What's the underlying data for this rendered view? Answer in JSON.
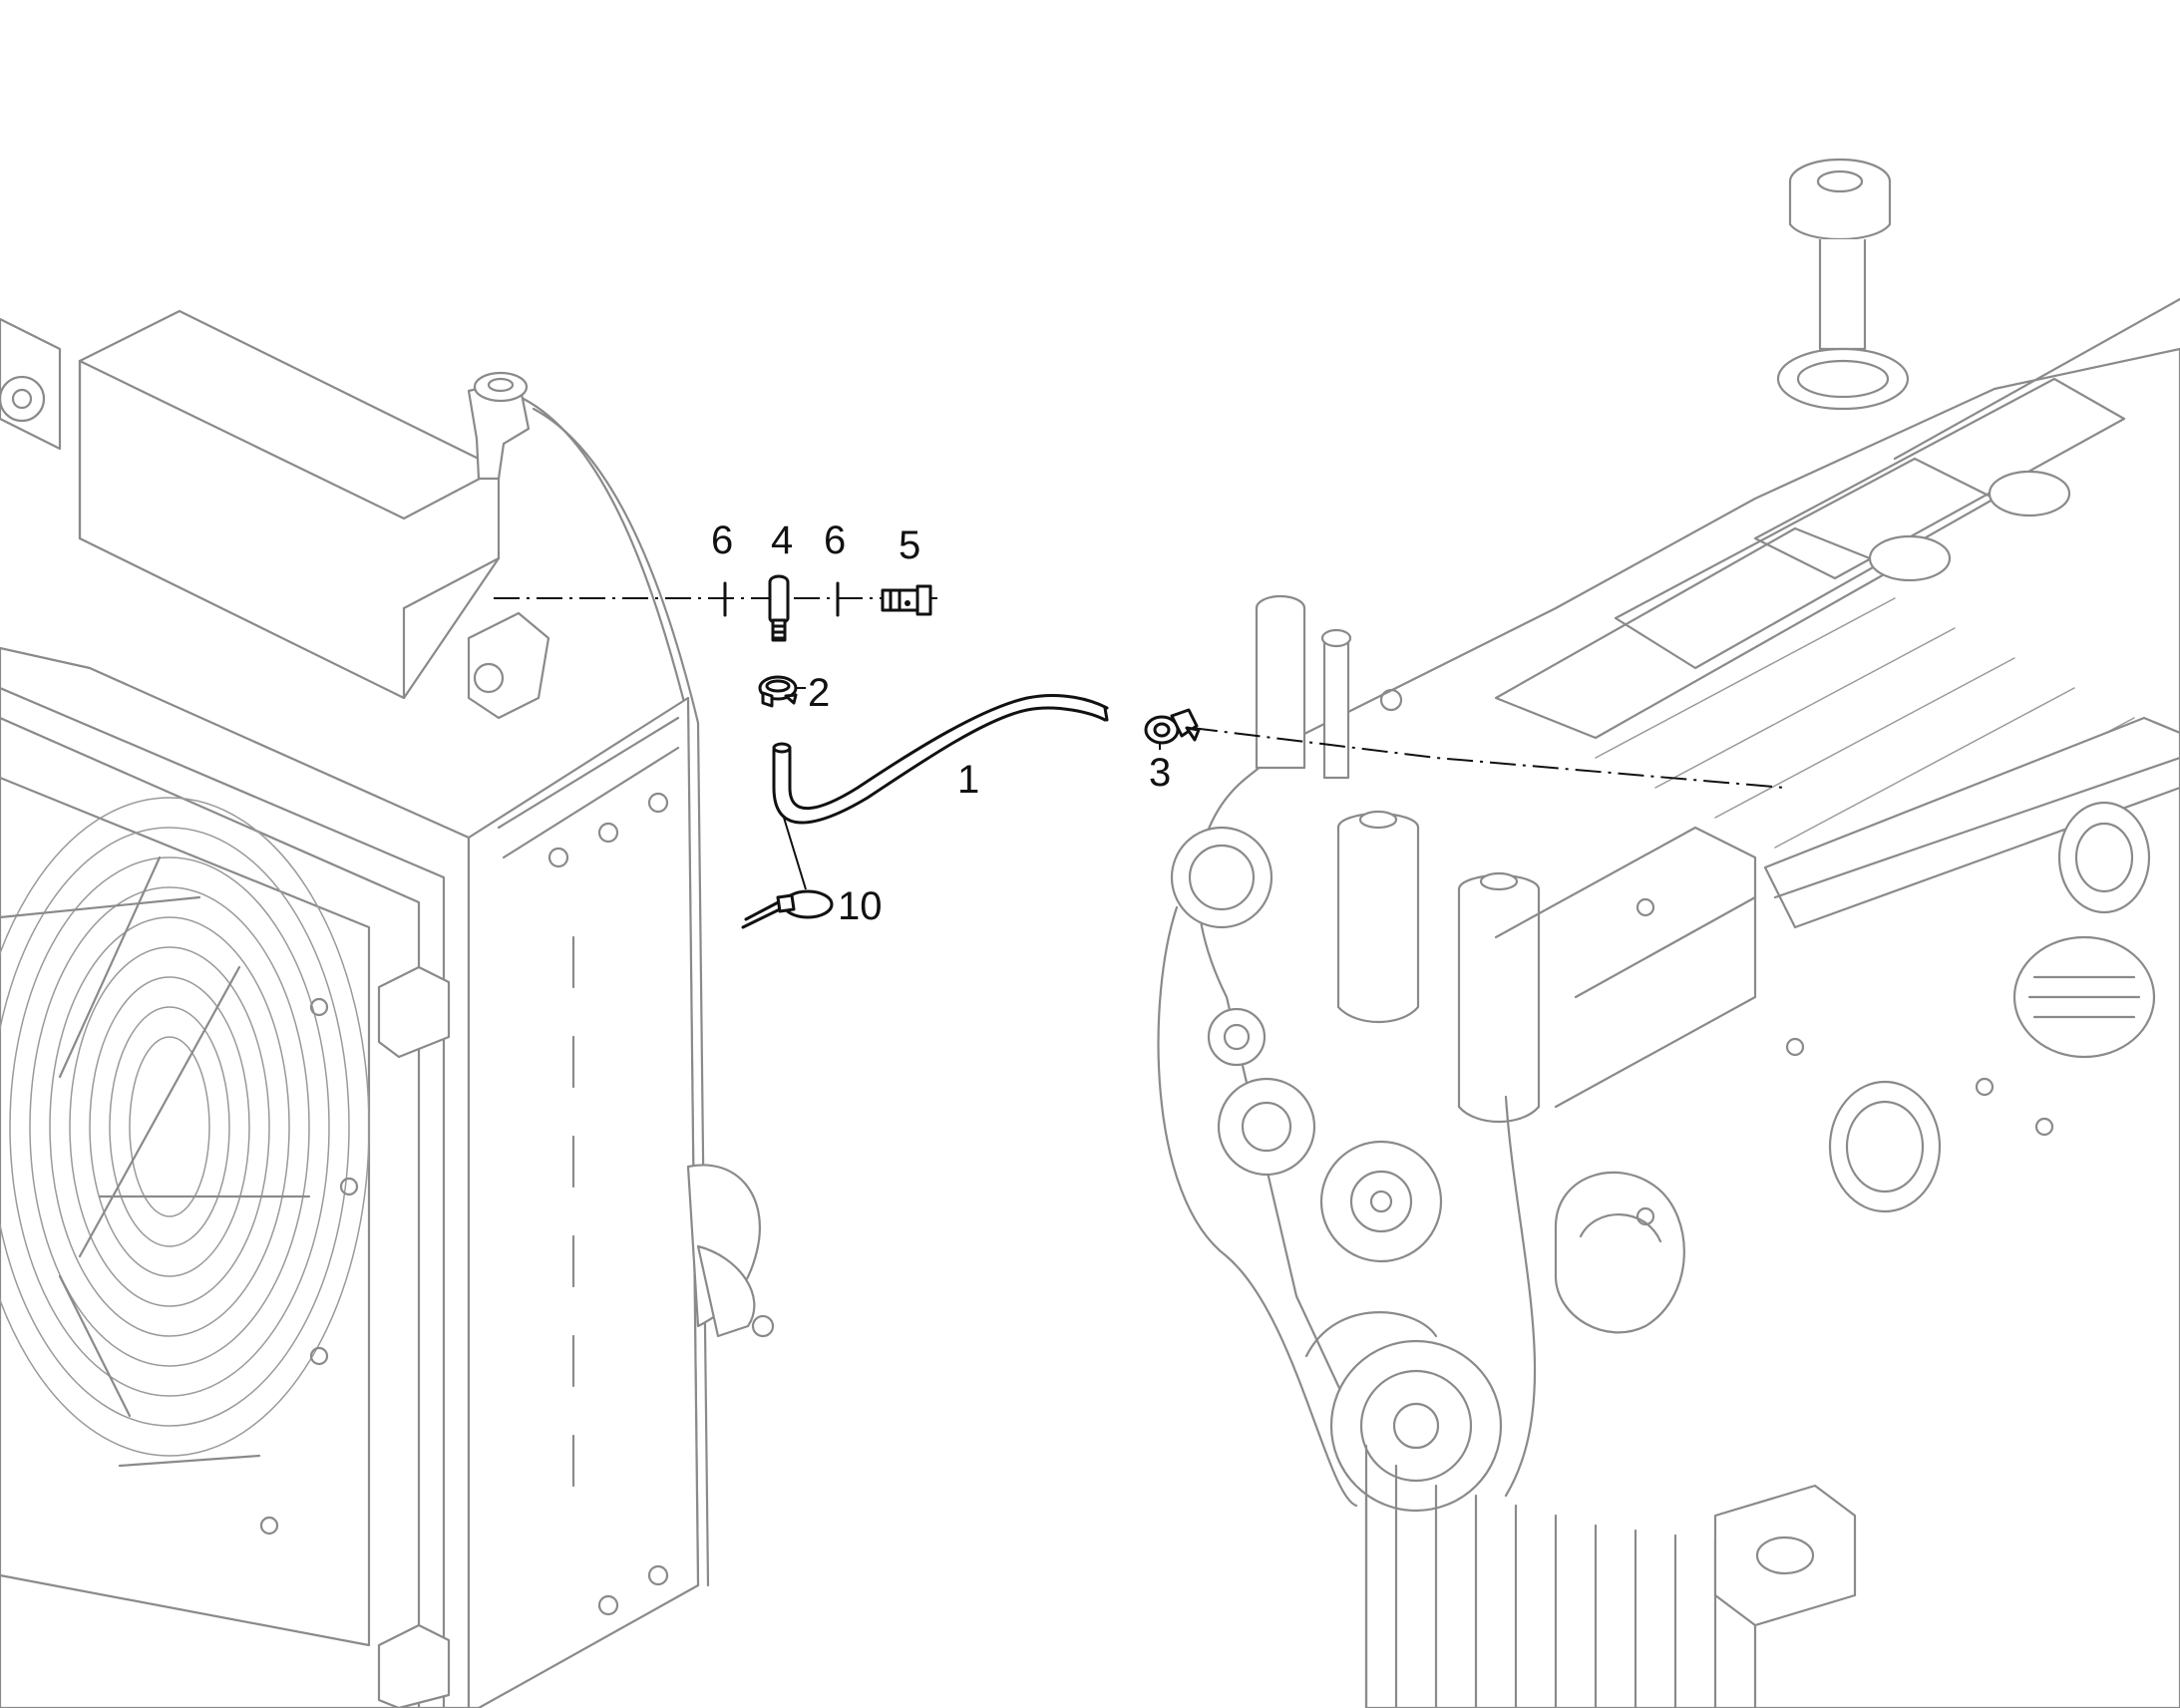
{
  "callouts": {
    "hose": "1",
    "hose_clamp": "2",
    "elbow_clamp": "3",
    "connector": "4",
    "plug": "5",
    "washer_left": "6",
    "washer_right": "6",
    "cable_tie": "10"
  },
  "colors": {
    "context_line": "#8a8a8a",
    "part_line": "#111111",
    "background": "#ffffff"
  }
}
